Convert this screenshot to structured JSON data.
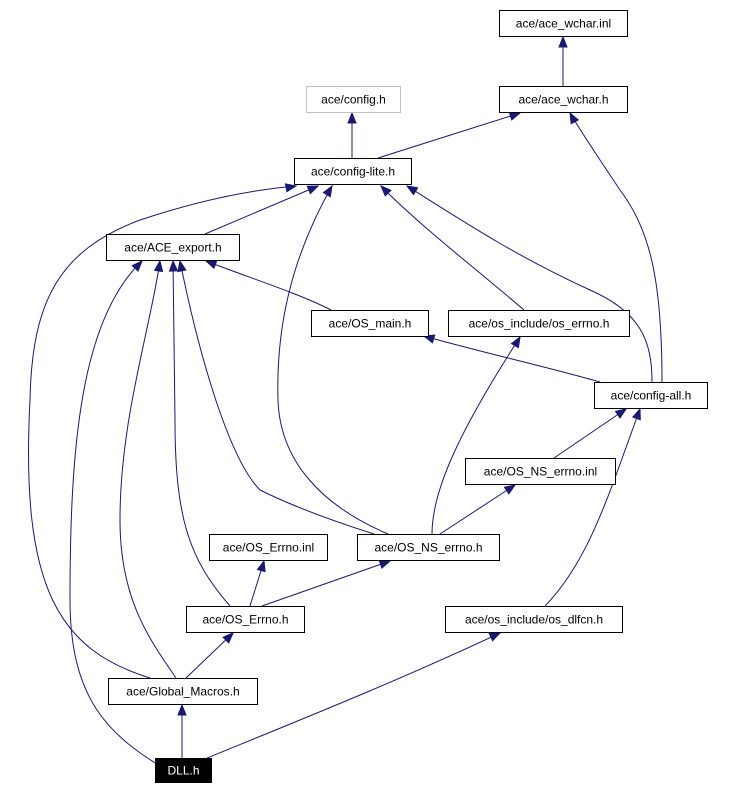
{
  "nodes": [
    {
      "id": "ace_wchar_inl",
      "label": "ace/ace_wchar.inl",
      "style": "normal"
    },
    {
      "id": "config_h",
      "label": "ace/config.h",
      "style": "gray"
    },
    {
      "id": "ace_wchar_h",
      "label": "ace/ace_wchar.h",
      "style": "normal"
    },
    {
      "id": "config_lite",
      "label": "ace/config-lite.h",
      "style": "normal"
    },
    {
      "id": "ace_export",
      "label": "ace/ACE_export.h",
      "style": "normal"
    },
    {
      "id": "os_main",
      "label": "ace/OS_main.h",
      "style": "normal"
    },
    {
      "id": "os_errno_h",
      "label": "ace/os_include/os_errno.h",
      "style": "normal"
    },
    {
      "id": "config_all",
      "label": "ace/config-all.h",
      "style": "normal"
    },
    {
      "id": "os_ns_errno_inl",
      "label": "ace/OS_NS_errno.inl",
      "style": "normal"
    },
    {
      "id": "os_errno_inl",
      "label": "ace/OS_Errno.inl",
      "style": "normal"
    },
    {
      "id": "os_ns_errno_h",
      "label": "ace/OS_NS_errno.h",
      "style": "normal"
    },
    {
      "id": "os_errno_cap",
      "label": "ace/OS_Errno.h",
      "style": "normal"
    },
    {
      "id": "os_dlfcn",
      "label": "ace/os_include/os_dlfcn.h",
      "style": "normal"
    },
    {
      "id": "global_macros",
      "label": "ace/Global_Macros.h",
      "style": "normal"
    },
    {
      "id": "dll_h",
      "label": "DLL.h",
      "style": "focus"
    }
  ],
  "edges": [
    {
      "from": "ace_wchar_h",
      "to": "ace_wchar_inl"
    },
    {
      "from": "config_lite",
      "to": "config_h"
    },
    {
      "from": "config_lite",
      "to": "ace_wchar_h"
    },
    {
      "from": "ace_export",
      "to": "config_lite"
    },
    {
      "from": "os_main",
      "to": "ace_export"
    },
    {
      "from": "os_errno_h",
      "to": "config_lite"
    },
    {
      "from": "config_all",
      "to": "config_lite"
    },
    {
      "from": "config_all",
      "to": "ace_wchar_h"
    },
    {
      "from": "config_all",
      "to": "os_main"
    },
    {
      "from": "os_ns_errno_inl",
      "to": "config_all"
    },
    {
      "from": "os_ns_errno_h",
      "to": "os_ns_errno_inl"
    },
    {
      "from": "os_ns_errno_h",
      "to": "os_errno_h"
    },
    {
      "from": "os_ns_errno_h",
      "to": "ace_export"
    },
    {
      "from": "os_ns_errno_h",
      "to": "config_lite"
    },
    {
      "from": "os_errno_cap",
      "to": "os_errno_inl"
    },
    {
      "from": "os_errno_cap",
      "to": "os_ns_errno_h"
    },
    {
      "from": "os_errno_cap",
      "to": "ace_export"
    },
    {
      "from": "os_dlfcn",
      "to": "config_all"
    },
    {
      "from": "global_macros",
      "to": "os_errno_cap"
    },
    {
      "from": "global_macros",
      "to": "ace_export"
    },
    {
      "from": "global_macros",
      "to": "config_lite"
    },
    {
      "from": "dll_h",
      "to": "global_macros"
    },
    {
      "from": "dll_h",
      "to": "os_dlfcn"
    },
    {
      "from": "dll_h",
      "to": "ace_export"
    }
  ]
}
